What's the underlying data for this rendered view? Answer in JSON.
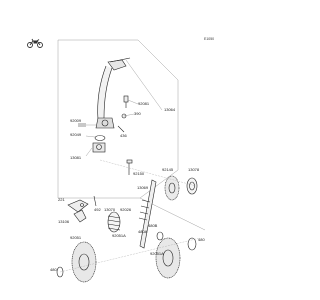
{
  "diagram": {
    "id": "E1050",
    "icon": "motorcycle-silhouette-icon",
    "callouts": [
      {
        "name": "callout-13064-lever",
        "text": "13064"
      },
      {
        "name": "callout-92081",
        "text": "92081"
      },
      {
        "name": "callout-390",
        "text": "390"
      },
      {
        "name": "callout-92009",
        "text": "92009"
      },
      {
        "name": "callout-92049",
        "text": "92049"
      },
      {
        "name": "callout-436",
        "text": "436"
      },
      {
        "name": "callout-13081",
        "text": "13081"
      },
      {
        "name": "callout-92150",
        "text": "92150"
      },
      {
        "name": "callout-92145",
        "text": "92145"
      },
      {
        "name": "callout-13078",
        "text": "13078"
      },
      {
        "name": "callout-13069",
        "text": "13069"
      },
      {
        "name": "callout-221",
        "text": "221"
      },
      {
        "name": "callout-13106",
        "text": "13106"
      },
      {
        "name": "callout-492",
        "text": "492"
      },
      {
        "name": "callout-13070",
        "text": "13070"
      },
      {
        "name": "callout-92026",
        "text": "92026"
      },
      {
        "name": "callout-92051-left",
        "text": "92051"
      },
      {
        "name": "callout-92051a",
        "text": "92051A"
      },
      {
        "name": "callout-480b",
        "text": "480B"
      },
      {
        "name": "callout-480a",
        "text": "480A"
      },
      {
        "name": "callout-480",
        "text": "480"
      },
      {
        "name": "callout-92051a-right",
        "text": "92051A"
      },
      {
        "name": "callout-480-right",
        "text": "480"
      }
    ]
  }
}
